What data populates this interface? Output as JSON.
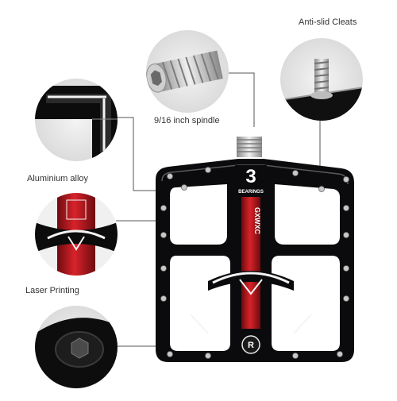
{
  "callouts": {
    "anti_slid_cleats": "Anti-slid Cleats",
    "spindle": "9/16 inch spindle",
    "alloy": "Aluminium alloy",
    "laser_printing": "Laser Printing"
  },
  "pedal": {
    "logo_number": "3",
    "logo_text": "BEARINGS",
    "spindle_brand": "GXWXC",
    "cap_letter": "R"
  },
  "colors": {
    "pedal_body": "#0b0b0d",
    "spindle_red": "#b3161c",
    "thread_silver": "#c9c9c9",
    "leader_line": "#555555"
  },
  "icons": {
    "cap": "registered-circle-icon"
  }
}
